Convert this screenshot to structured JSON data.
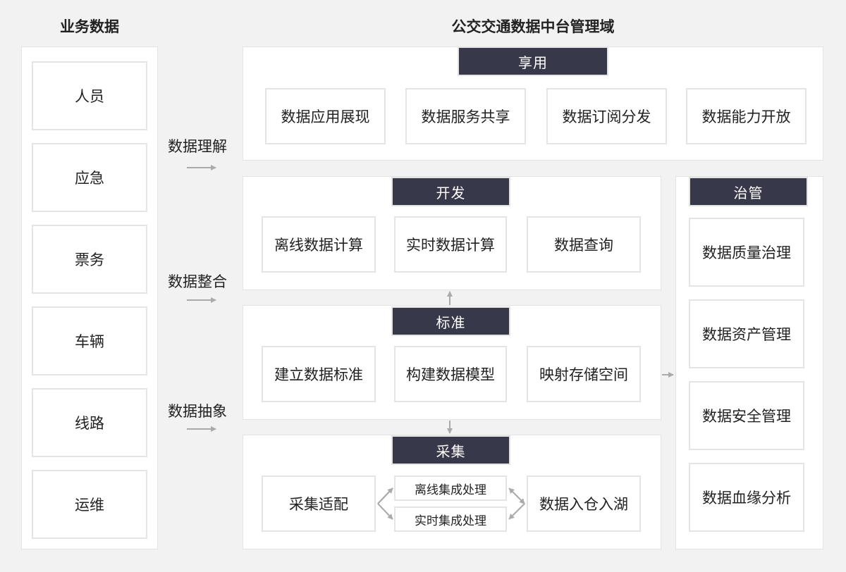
{
  "left": {
    "title": "业务数据",
    "items": [
      "人员",
      "应急",
      "票务",
      "车辆",
      "线路",
      "运维"
    ]
  },
  "right_title": "公交交通数据中台管理域",
  "flow_labels": [
    "数据理解",
    "数据整合",
    "数据抽象"
  ],
  "xiangyong": {
    "title": "享用",
    "items": [
      "数据应用展现",
      "数据服务共享",
      "数据订阅分发",
      "数据能力开放"
    ]
  },
  "kaifa": {
    "title": "开发",
    "items": [
      "离线数据计算",
      "实时数据计算",
      "数据查询"
    ]
  },
  "biaozhun": {
    "title": "标准",
    "items": [
      "建立数据标准",
      "构建数据模型",
      "映射存储空间"
    ]
  },
  "caiji": {
    "title": "采集",
    "adapter": "采集适配",
    "processes": [
      "离线集成处理",
      "实时集成处理"
    ],
    "target": "数据入仓入湖"
  },
  "zhiguan": {
    "title": "治管",
    "items": [
      "数据质量治理",
      "数据资产管理",
      "数据安全管理",
      "数据血缘分析"
    ]
  },
  "colors": {
    "tag_bg": "#373849",
    "border": "#e4e4e4",
    "background": "#f2f2f2",
    "arrow": "#aaaaaa"
  }
}
